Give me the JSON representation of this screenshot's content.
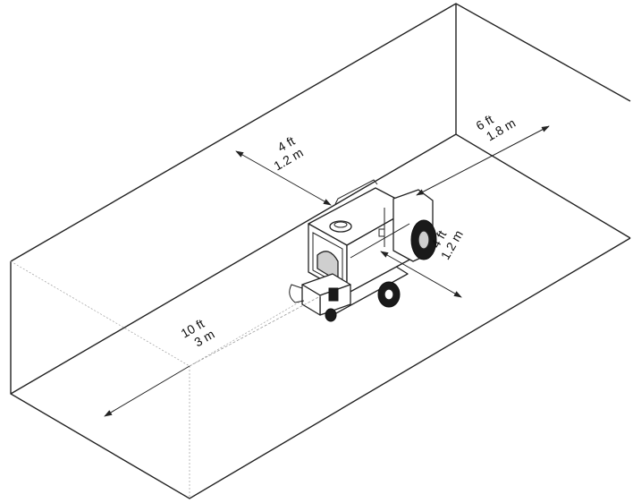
{
  "clearances": {
    "top": {
      "ft": "4 ft",
      "m": "1.2 m"
    },
    "rear": {
      "ft": "6 ft",
      "m": "1.8 m"
    },
    "side": {
      "ft": "4 ft",
      "m": "1.2 m"
    },
    "front": {
      "ft": "10 ft",
      "m": "3 m"
    }
  },
  "colors": {
    "line": "#222222",
    "background": "#ffffff",
    "hidden_line": "#aaaaaa"
  }
}
